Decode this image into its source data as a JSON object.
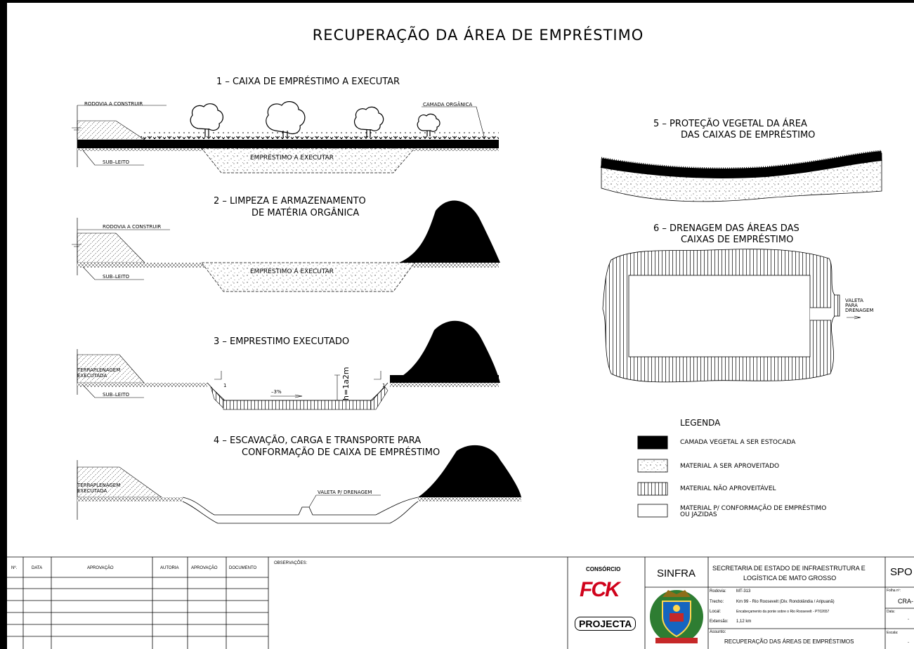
{
  "title": "RECUPERAÇÃO DA ÁREA DE EMPRÉSTIMO",
  "sections": {
    "s1": "1 – CAIXA DE EMPRÉSTIMO A EXECUTAR",
    "s2a": "2 – LIMPEZA E ARMAZENAMENTO",
    "s2b": "DE MATÉRIA ORGÂNICA",
    "s3": "3 – EMPRESTIMO EXECUTADO",
    "s4a": "4 – ESCAVAÇÃO, CARGA E TRANSPORTE PARA",
    "s4b": "CONFORMAÇÃO DE CAIXA DE EMPRÉSTIMO",
    "s5a": "5 – PROTEÇÃO VEGETAL DA ÁREA",
    "s5b": "DAS CAIXAS DE EMPRÉSTIMO",
    "s6a": "6 – DRENAGEM DAS ÁREAS DAS",
    "s6b": "CAIXAS DE EMPRÉSTIMO"
  },
  "labels": {
    "rodovia": "RODOVIA A CONSTRUIR",
    "camada": "CAMADA ORGÂNICA",
    "sub_leito": "SUB–LEITO",
    "emprestimo": "EMPRÉSTIMO A EXECUTAR",
    "terraplenagem": "TERRAPLENAGEM",
    "executada": "EXECUTADA",
    "slope": "1",
    "grade": "–3%",
    "h": "h=1a2m",
    "valeta": "VALETA P/ DRENAGEM",
    "valeta_para_1": "VALETA",
    "valeta_para_2": "PARA",
    "valeta_para_3": "DRENAGEM"
  },
  "legend": {
    "title": "LEGENDA",
    "items": [
      "CAMADA VEGETAL A SER ESTOCADA",
      "MATERIAL A SER APROVEITADO",
      "MATERIAL NÃO APROVEITÁVEL",
      "MATERIAL P/ CONFORMAÇÃO DE EMPRÉSTIMO",
      "OU JAZIDAS"
    ]
  },
  "title_block": {
    "headers": [
      "Nº.",
      "DATA",
      "APROVAÇÃO",
      "AUTORIA",
      "APROVAÇÃO",
      "DOCUMENTO"
    ],
    "observacoes": "OBSERVAÇÕES:",
    "consorcio": "CONSÓRCIO",
    "fck": "FCK",
    "projecta": "PROJECTA",
    "sinfra": "SINFRA",
    "secretaria_1": "SECRETARIA DE ESTADO DE INFRAESTRUTURA E",
    "secretaria_2": "LOGÍSTICA DE MATO GROSSO",
    "rodovia_label": "Rodovia:",
    "rodovia": "MT-313",
    "trecho_label": "Trecho:",
    "trecho": "Km 99 - Rio Roosevelt (Div. Rondolândia / Aripuanã)",
    "local_label": "Local:",
    "local": "Encabeçamento da ponte sobre o Rio Roosevelt - PT02657",
    "extensao_label": "Extensão:",
    "extensao": "1,12 km",
    "assunto_label": "Assunto:",
    "assunto": "RECUPERAÇÃO DAS ÁREAS DE EMPRÉSTIMOS",
    "spo": "SPO",
    "folha_label": "Folha nº:",
    "folha": "CRA-",
    "data_label": "Data:",
    "data": "-",
    "escala_label": "Escala:",
    "escala": "-"
  },
  "colors": {
    "ink": "#000000",
    "fck_red": "#d0021b"
  }
}
